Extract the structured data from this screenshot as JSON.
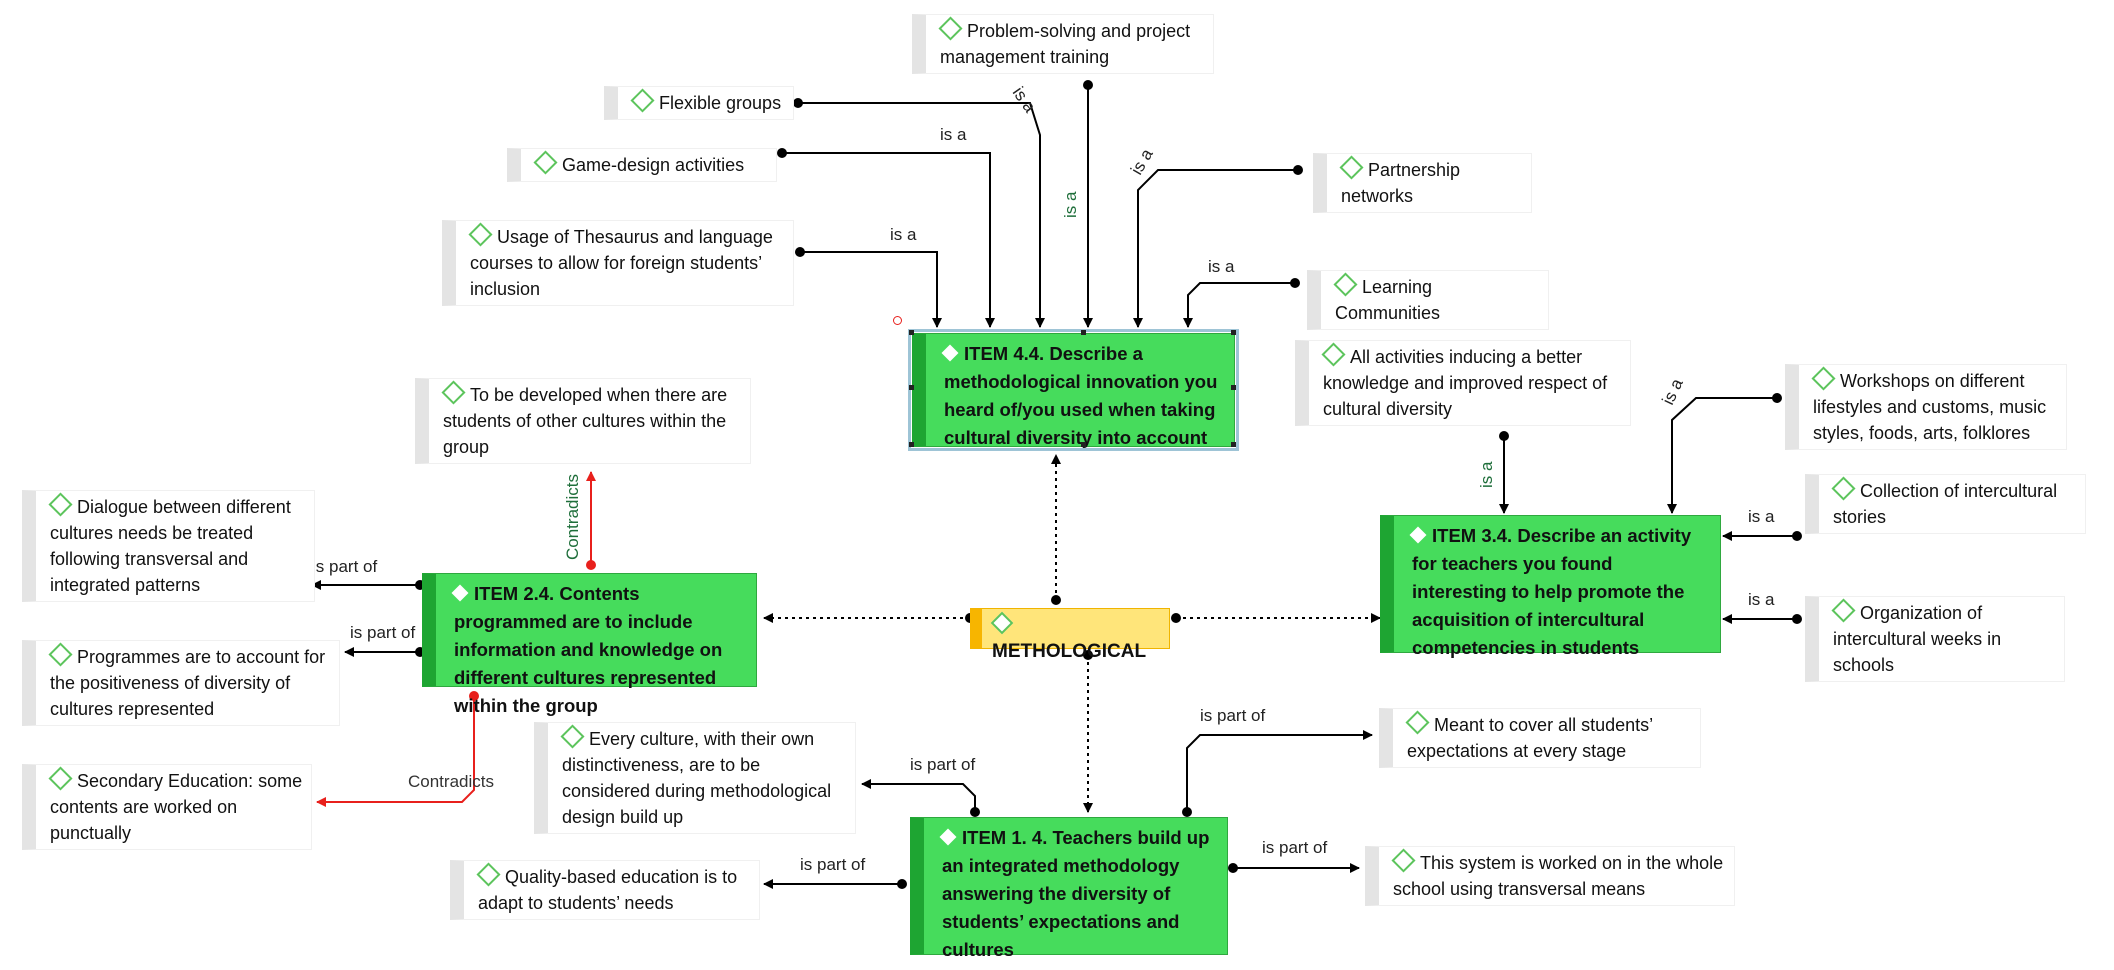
{
  "nodes": {
    "problem_solving": "Problem-solving and project management training",
    "flexible_groups": "Flexible groups",
    "game_design": "Game-design activities",
    "partnership": "Partnership networks",
    "thesaurus": "Usage of Thesaurus and language courses to allow for foreign students’ inclusion",
    "learning_communities": "Learning Communities",
    "item44": "ITEM 4.4. Describe a methodological innovation you heard of/you used when taking cultural diversity into account",
    "all_activities": "All activities inducing a better knowledge and improved respect of cultural diversity",
    "workshops": "Workshops on different lifestyles and customs, music styles, foods, arts, folklores",
    "to_be_developed": "To be developed when there are students of other cultures within the group",
    "collection": "Collection of intercultural stories",
    "dialogue": "Dialogue between different cultures needs be treated following transversal and integrated patterns",
    "item34": "ITEM 3.4. Describe an activity for teachers you found interesting to help promote the acquisition of intercultural competencies in students",
    "item24": "ITEM 2.4. Contents programmed are to include information and knowledge on different cultures represented within the group",
    "organization": "Organization of intercultural weeks in schools",
    "programmes": "Programmes are to account for the positiveness of diversity of cultures represented",
    "methological": "METHOLOGICAL",
    "every_culture": "Every culture, with their own distinctiveness, are to be considered during methodological design build up",
    "meant_to_cover": "Meant to cover all students’ expectations at every stage",
    "secondary": "Secondary Education: some contents are worked on punctually",
    "item14": "ITEM 1. 4. Teachers build up an integrated methodology answering the diversity of students’ expectations and cultures",
    "quality": "Quality-based education is to adapt to students’ needs",
    "whole_school": "This system is worked on in the whole school using transversal means"
  },
  "link_labels": {
    "is_a": "is a",
    "is_part_of": "is part of",
    "contradicts": "Contradicts"
  },
  "colors": {
    "item_fill": "#46dc5c",
    "item_border": "#1ea532",
    "root_fill": "#ffe57a",
    "root_border": "#f7b500",
    "icon_green": "#5cc45c",
    "contradicts_red": "#e8201c"
  }
}
